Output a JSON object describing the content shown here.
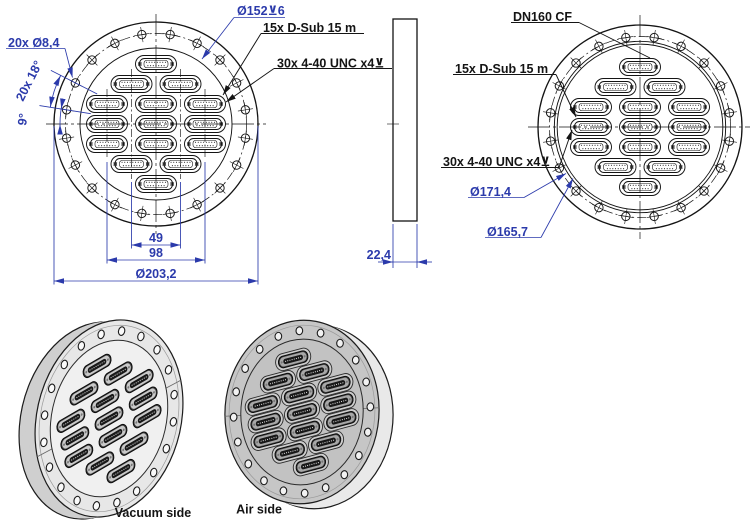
{
  "drawing": {
    "front_view": {
      "dim_recess": "Ø152⊻6",
      "label_dsub": "15x D-Sub 15 m",
      "label_unc": "30x 4-40 UNC x4⊻",
      "dim_holes": "20x Ø8,4",
      "dim_angle_pitch": "20x 18°",
      "dim_angle_offset": "9°",
      "dim_pitch": "49",
      "dim_pitch2": "98",
      "dim_outer": "Ø203,2"
    },
    "side_view": {
      "dim_thickness": "22,4"
    },
    "rear_view": {
      "label_flange": "DN160 CF",
      "label_dsub": "15x D-Sub 15 m",
      "label_unc": "30x 4-40 UNC x4⊻",
      "dim_seal_outer": "Ø171,4",
      "dim_seal_inner": "Ø165,7"
    },
    "iso_views": {
      "vacuum_label": "Vacuum side",
      "air_label": "Air side"
    },
    "colors": {
      "dimension": "#2b3aab",
      "line": "#141414",
      "vacuum_face": "#f0f0f0",
      "air_face": "#c6c6c6"
    }
  }
}
